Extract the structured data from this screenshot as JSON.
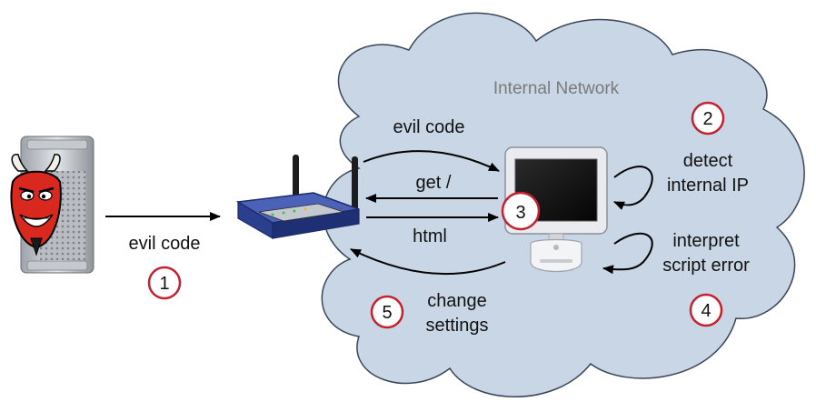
{
  "cloud": {
    "title": "Internal Network"
  },
  "colors": {
    "cloud_fill": "#c9d6e5",
    "cloud_stroke": "#3a4657",
    "step_ring": "#c4202f",
    "devil_red": "#d9291f",
    "router_blue": "#2b3f8f"
  },
  "nodes": {
    "attacker": {
      "icon": "devil-server-icon"
    },
    "router": {
      "icon": "wifi-router-icon"
    },
    "computer": {
      "icon": "imac-computer-icon"
    }
  },
  "edges": {
    "attacker_to_router": "evil code",
    "router_to_computer": "evil code",
    "computer_get": "get /",
    "router_html": "html",
    "computer_to_router_line1": "change",
    "computer_to_router_line2": "settings",
    "detect_line1": "detect",
    "detect_line2": "internal IP",
    "interpret_line1": "interpret",
    "interpret_line2": "script error"
  },
  "steps": [
    "1",
    "2",
    "3",
    "4",
    "5"
  ]
}
